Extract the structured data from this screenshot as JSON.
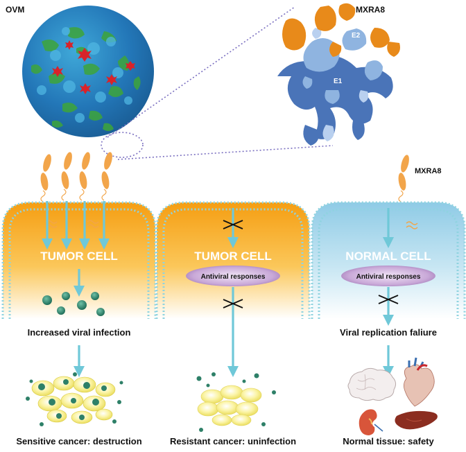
{
  "labels": {
    "ovm": "OVM",
    "mxra8_top": "MXRA8",
    "e2": "E2",
    "e1": "E1",
    "mxra8_right": "MXRA8"
  },
  "cells": [
    {
      "title": "TUMOR CELL",
      "bubble": ""
    },
    {
      "title": "TUMOR CELL",
      "bubble": "Antiviral responses"
    },
    {
      "title": "NORMAL CELL",
      "bubble": "Antiviral responses"
    }
  ],
  "steps": {
    "left": "Increased viral infection",
    "right": "Viral replication faliure"
  },
  "outcomes": {
    "left": "Sensitive cancer: destruction",
    "middle": "Resistant cancer: uninfection",
    "right": "Normal tissue: safety"
  },
  "colors": {
    "membrane": "#8fd3e0",
    "arrow": "#6fc8d8",
    "tumor": "#f7a823",
    "normal": "#a9d8ea",
    "bubble": "#a986b8",
    "receptor": "#f2a54a"
  }
}
